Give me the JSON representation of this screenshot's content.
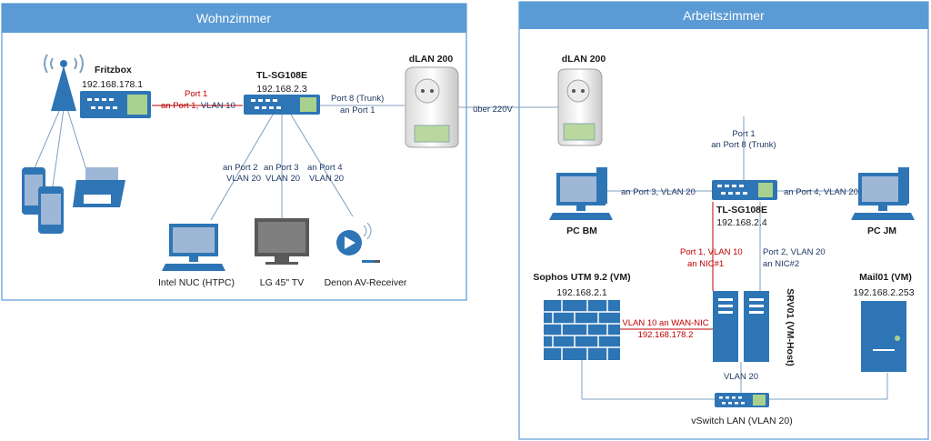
{
  "rooms": {
    "living": "Wohnzimmer",
    "office": "Arbeitszimmer"
  },
  "living": {
    "fritzbox_name": "Fritzbox",
    "fritzbox_ip": "192.168.178.1",
    "switch_name": "TL-SG108E",
    "switch_ip": "192.168.2.3",
    "fritz_link_a": "Port 1",
    "fritz_link_b_prefix": "an Port 1",
    "fritz_link_b_suffix": ", VLAN 10",
    "trunk_a": "Port 8 (Trunk)",
    "trunk_b": "an Port 1",
    "dlan": "dLAN 200",
    "p2_a": "an Port 2",
    "p2_b": "VLAN 20",
    "p3_a": "an Port 3",
    "p3_b": "VLAN 20",
    "p4_a": "an Port 4",
    "p4_b": "VLAN 20",
    "nuc": "Intel NUC (HTPC)",
    "tv": "LG 45\" TV",
    "denon": "Denon AV-Receiver"
  },
  "powerline": "über 220V",
  "office": {
    "dlan": "dLAN 200",
    "up_a": "Port 1",
    "up_b": "an Port 8 (Trunk)",
    "switch_name": "TL-SG108E",
    "switch_ip": "192.168.2.4",
    "port3": "an Port 3, VLAN 20",
    "port4": "an Port 4, VLAN 20",
    "pc_bm": "PC BM",
    "pc_jm": "PC JM",
    "p1_a": "Port 1, VLAN 10",
    "p1_b": "an NIC#1",
    "p2_a": "Port 2, VLAN 20",
    "p2_b": "an NIC#2",
    "sophos_name": "Sophos UTM 9.2 (VM)",
    "sophos_ip": "192.168.2.1",
    "wan_a": "VLAN 10 an WAN-NIC",
    "wan_b": "192.168.178.2",
    "srv": "SRV01 (VM-Host)",
    "vlan20": "VLAN 20",
    "mail_name": "Mail01 (VM)",
    "mail_ip": "192.168.2.253",
    "vswitch": "vSwitch LAN (VLAN 20)"
  },
  "colors": {
    "accent": "#5b9bd5",
    "device": "#2e75b6",
    "link": "#7f9fbf",
    "red": "#c00000",
    "screen": "#9fb7d6"
  },
  "icons": [
    "wifi-tower-icon",
    "router-icon",
    "switch-icon",
    "dlan-adapter-icon",
    "desktop-pc-icon",
    "tv-icon",
    "receiver-icon",
    "phone-icon",
    "tablet-icon",
    "printer-icon",
    "firewall-icon",
    "server-icon",
    "vswitch-icon"
  ]
}
